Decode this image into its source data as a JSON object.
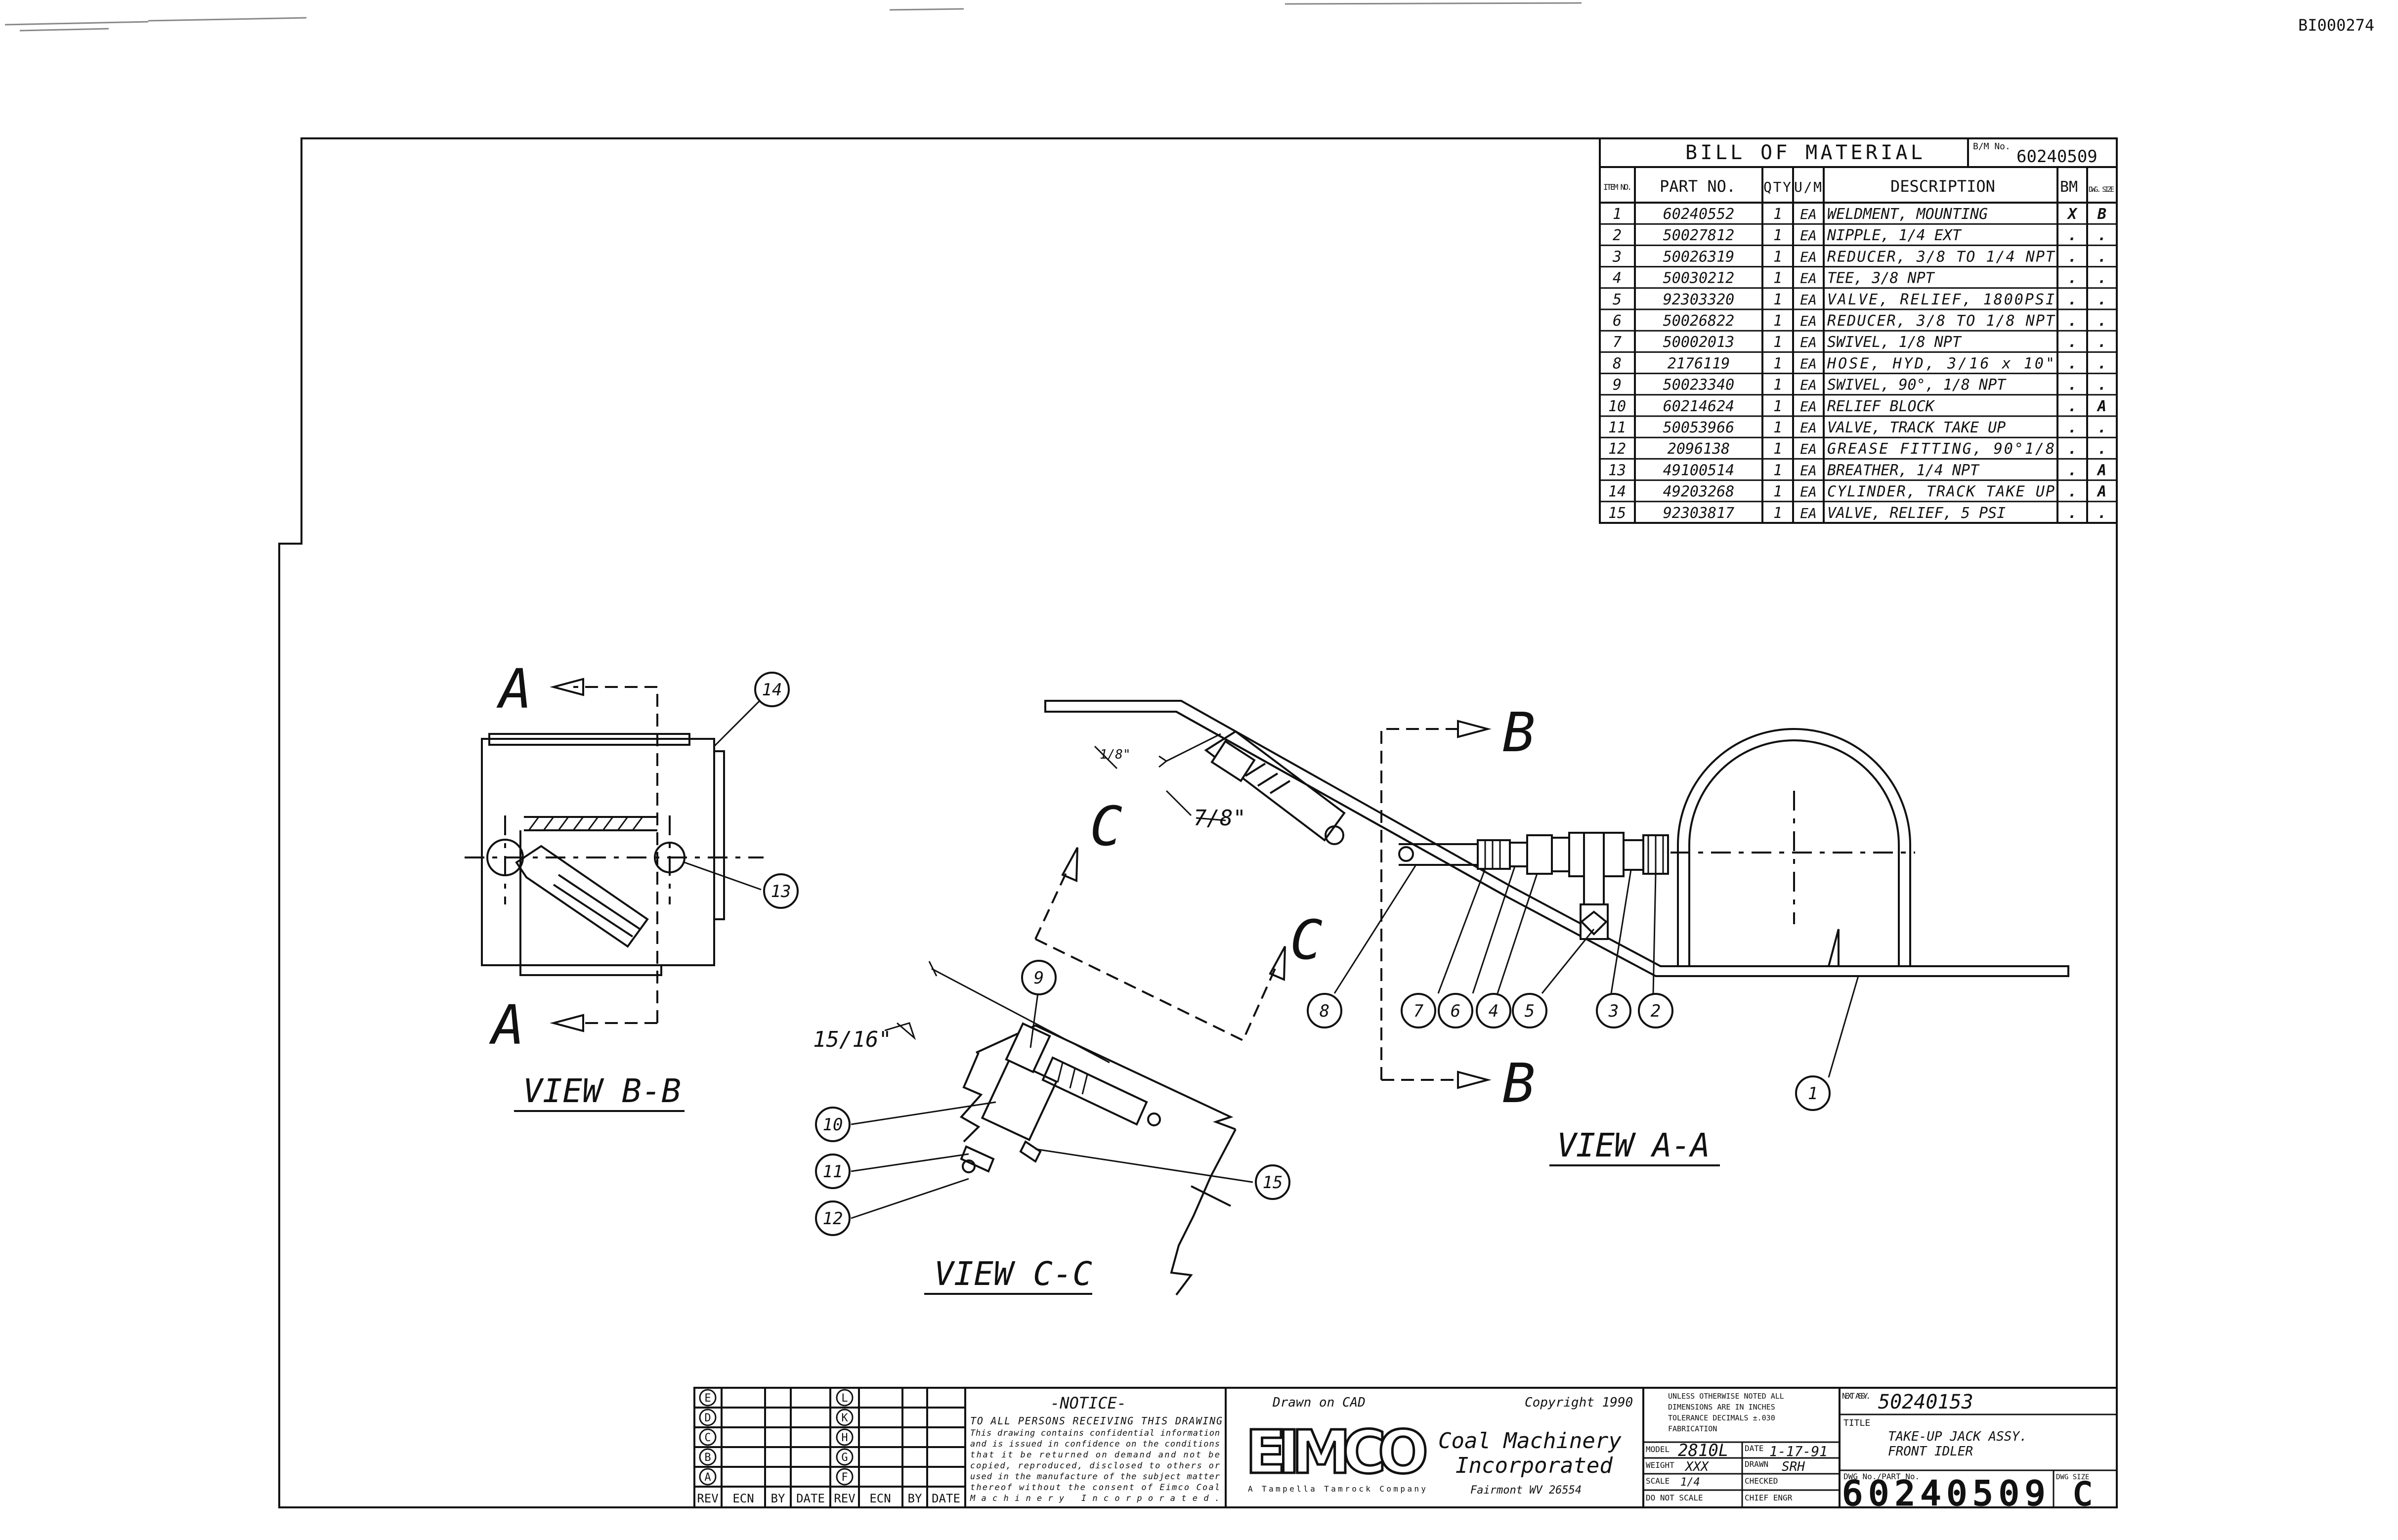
{
  "doc_id": "BI000274",
  "bom": {
    "title": "BILL OF MATERIAL",
    "bm_no_label": "B/M No.",
    "bm_no": "60240509",
    "headers": {
      "item": "ITEM NO.",
      "part": "PART NO.",
      "qty": "QTY",
      "um": "U/M",
      "desc": "DESCRIPTION",
      "bm": "BM",
      "dwg": "DWG. SIZE"
    },
    "rows": [
      {
        "item": "1",
        "part": "60240552",
        "qty": "1",
        "um": "EA",
        "desc": "WELDMENT, MOUNTING",
        "bm": "X",
        "dwg": "B"
      },
      {
        "item": "2",
        "part": "50027812",
        "qty": "1",
        "um": "EA",
        "desc": "NIPPLE, 1/4 EXT",
        "bm": ".",
        "dwg": "."
      },
      {
        "item": "3",
        "part": "50026319",
        "qty": "1",
        "um": "EA",
        "desc": "REDUCER, 3/8 TO 1/4 NPT",
        "bm": ".",
        "dwg": "."
      },
      {
        "item": "4",
        "part": "50030212",
        "qty": "1",
        "um": "EA",
        "desc": "TEE, 3/8 NPT",
        "bm": ".",
        "dwg": "."
      },
      {
        "item": "5",
        "part": "92303320",
        "qty": "1",
        "um": "EA",
        "desc": "VALVE, RELIEF, 1800PSI",
        "bm": ".",
        "dwg": "."
      },
      {
        "item": "6",
        "part": "50026822",
        "qty": "1",
        "um": "EA",
        "desc": "REDUCER, 3/8 TO 1/8 NPT",
        "bm": ".",
        "dwg": "."
      },
      {
        "item": "7",
        "part": "50002013",
        "qty": "1",
        "um": "EA",
        "desc": "SWIVEL, 1/8 NPT",
        "bm": ".",
        "dwg": "."
      },
      {
        "item": "8",
        "part": "2176119",
        "qty": "1",
        "um": "EA",
        "desc": "HOSE, HYD, 3/16 x 10\"",
        "bm": ".",
        "dwg": "."
      },
      {
        "item": "9",
        "part": "50023340",
        "qty": "1",
        "um": "EA",
        "desc": "SWIVEL, 90°, 1/8 NPT",
        "bm": ".",
        "dwg": "."
      },
      {
        "item": "10",
        "part": "60214624",
        "qty": "1",
        "um": "EA",
        "desc": "RELIEF BLOCK",
        "bm": ".",
        "dwg": "A"
      },
      {
        "item": "11",
        "part": "50053966",
        "qty": "1",
        "um": "EA",
        "desc": "VALVE, TRACK TAKE UP",
        "bm": ".",
        "dwg": "."
      },
      {
        "item": "12",
        "part": "2096138",
        "qty": "1",
        "um": "EA",
        "desc": "GREASE FITTING, 90°1/8",
        "bm": ".",
        "dwg": "."
      },
      {
        "item": "13",
        "part": "49100514",
        "qty": "1",
        "um": "EA",
        "desc": "BREATHER, 1/4 NPT",
        "bm": ".",
        "dwg": "A"
      },
      {
        "item": "14",
        "part": "49203268",
        "qty": "1",
        "um": "EA",
        "desc": "CYLINDER, TRACK TAKE UP",
        "bm": ".",
        "dwg": "A"
      },
      {
        "item": "15",
        "part": "92303817",
        "qty": "1",
        "um": "EA",
        "desc": "VALVE, RELIEF, 5 PSI",
        "bm": ".",
        "dwg": "."
      }
    ]
  },
  "views": {
    "bb": "VIEW B-B",
    "aa": "VIEW A-A",
    "cc": "VIEW C-C",
    "section_a": "A",
    "section_b": "B",
    "section_c": "C"
  },
  "dims": {
    "d1": "7/8\"",
    "d2": "1/8\"",
    "d3": "15/16\""
  },
  "callouts": [
    "1",
    "2",
    "3",
    "4",
    "5",
    "6",
    "7",
    "8",
    "9",
    "10",
    "11",
    "12",
    "13",
    "14",
    "15"
  ],
  "title_block": {
    "rev_letters_left": [
      "E",
      "D",
      "C",
      "B",
      "A"
    ],
    "rev_letters_right": [
      "L",
      "K",
      "H",
      "G",
      "F"
    ],
    "rev_headers": [
      "REV",
      "ECN",
      "BY",
      "DATE",
      "REV",
      "ECN",
      "BY",
      "DATE"
    ],
    "notice_title": "-NOTICE-",
    "notice_lead": "TO ALL PERSONS RECEIVING THIS DRAWING",
    "notice_lines": [
      "This drawing contains confidential information",
      "and is issued in confidence on the conditions",
      "that it be returned on demand and not be",
      "copied, reproduced, disclosed to others or",
      "used in the manufacture of the subject matter",
      "thereof without the consent of Eimco Coal",
      "Machinery Incorporated."
    ],
    "drawn_on_cad": "Drawn on CAD",
    "copyright": "Copyright 1990",
    "brand": "EIMCO",
    "company_line1": "Coal Machinery",
    "company_line2": "Incorporated",
    "company_city": "Fairmont WV 26554",
    "parent_co": "A Tampella Tamrock Company",
    "tolerance_lines": [
      "UNLESS OTHERWISE NOTED ALL",
      "DIMENSIONS ARE IN INCHES",
      "TOLERANCE  DECIMALS ±.030",
      "FABRICATION"
    ],
    "model_label": "MODEL",
    "model": "2810L",
    "date_label": "DATE",
    "date": "1-17-91",
    "weight_label": "WEIGHT",
    "weight": "XXX",
    "drawn_label": "DRAWN",
    "drawn": "SRH",
    "scale_label": "SCALE",
    "scale": "1/4",
    "checked_label": "CHECKED",
    "do_not_scale": "DO NOT SCALE",
    "chief_eng_label": "CHIEF ENGR",
    "next_assy_label": "NEXT ASSY.",
    "next_assy": "50240153",
    "title_label": "TITLE",
    "title_line1": "TAKE-UP JACK ASSY.",
    "title_line2": "FRONT IDLER",
    "dwg_no_label": "DWG No./PART No.",
    "dwg_no": "60240509",
    "dwg_size_label": "DWG SIZE",
    "dwg_size": "C"
  }
}
